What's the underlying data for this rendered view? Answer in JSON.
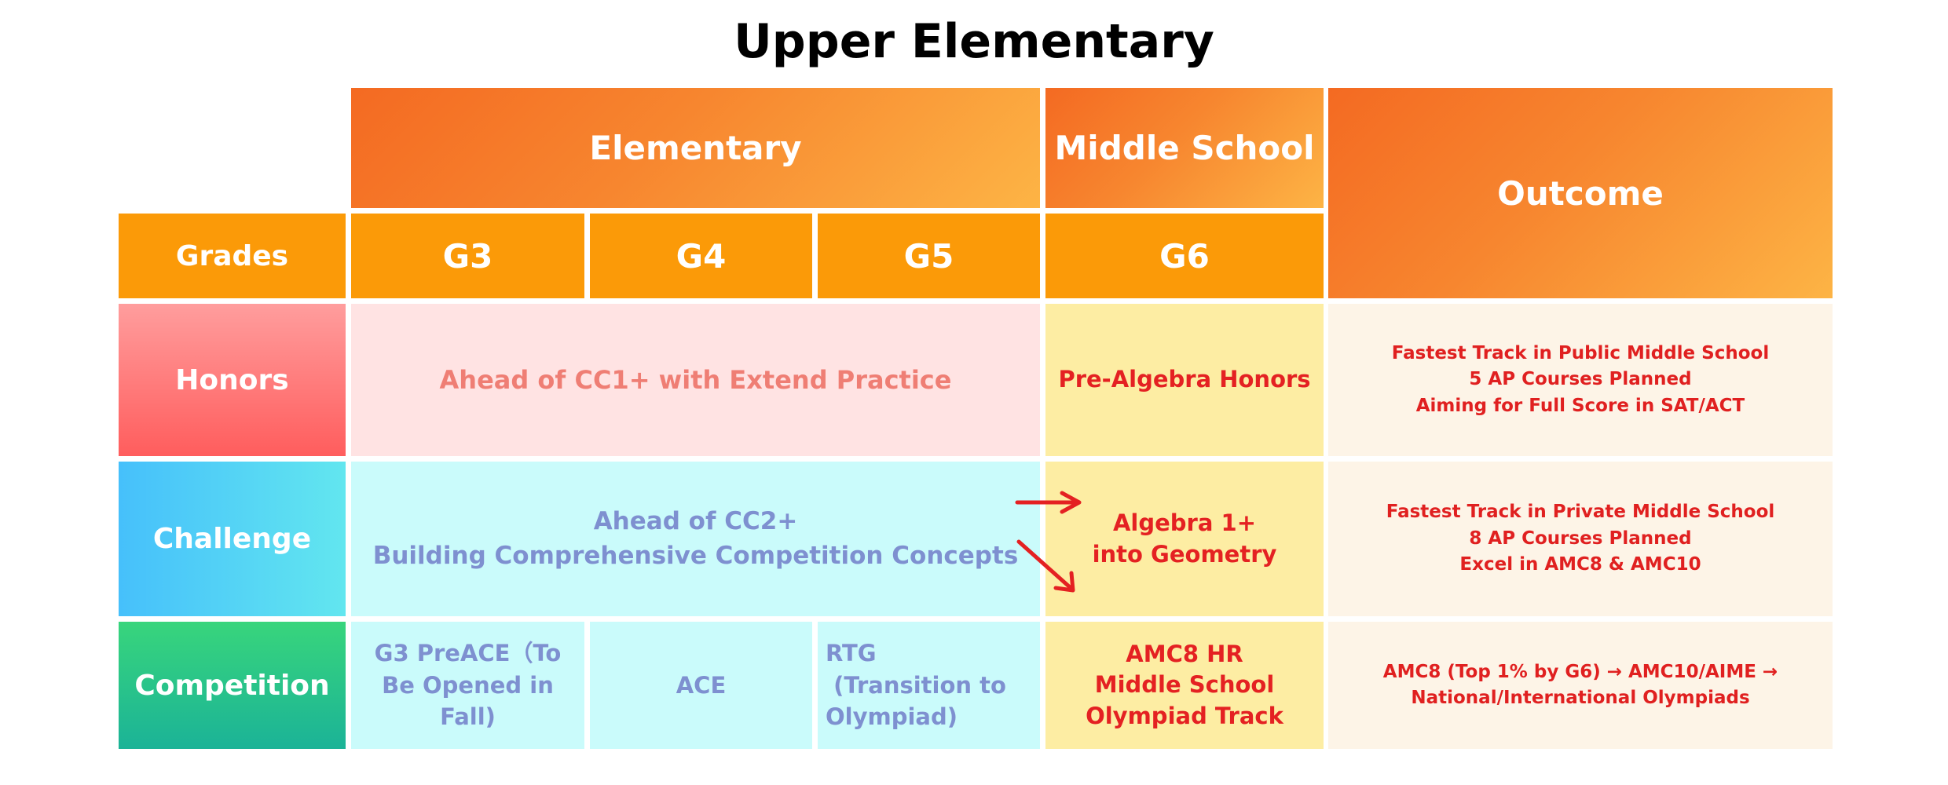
{
  "title": "Upper Elementary",
  "headers": {
    "elementary": "Elementary",
    "middle_school": "Middle School",
    "outcome": "Outcome"
  },
  "grades": {
    "label": "Grades",
    "g3": "G3",
    "g4": "G4",
    "g5": "G5",
    "g6": "G6"
  },
  "rows": {
    "honors": {
      "label": "Honors",
      "elementary": "Ahead of CC1+ with Extend Practice",
      "g6": "Pre-Algebra Honors",
      "outcome": [
        "Fastest Track in Public Middle School",
        "5 AP Courses Planned",
        "Aiming for Full Score in SAT/ACT"
      ]
    },
    "challenge": {
      "label": "Challenge",
      "elementary": [
        "Ahead of CC2+",
        "Building Comprehensive Competition Concepts"
      ],
      "g6": [
        "Algebra 1+",
        "into Geometry"
      ],
      "outcome": [
        "Fastest Track in Private Middle School",
        "8 AP Courses Planned",
        "Excel in AMC8 & AMC10"
      ]
    },
    "competition": {
      "label": "Competition",
      "g3": [
        "G3 PreACE（To",
        "Be Opened in",
        "Fall)"
      ],
      "g4": "ACE",
      "g5": [
        "RTG",
        " (Transition to",
        "Olympiad)"
      ],
      "g6": [
        "AMC8 HR",
        "Middle School",
        "Olympiad Track"
      ],
      "outcome": [
        "AMC8 (Top 1% by G6) → AMC10/AIME →",
        "National/International Olympiads"
      ]
    }
  },
  "colors": {
    "orange_start": "#f46a22",
    "orange_end": "#fdb445",
    "grade_orange": "#fb9a08",
    "arrow_red": "#e42122"
  },
  "icons": [
    "arrow-right-icon",
    "arrow-down-right-icon"
  ]
}
